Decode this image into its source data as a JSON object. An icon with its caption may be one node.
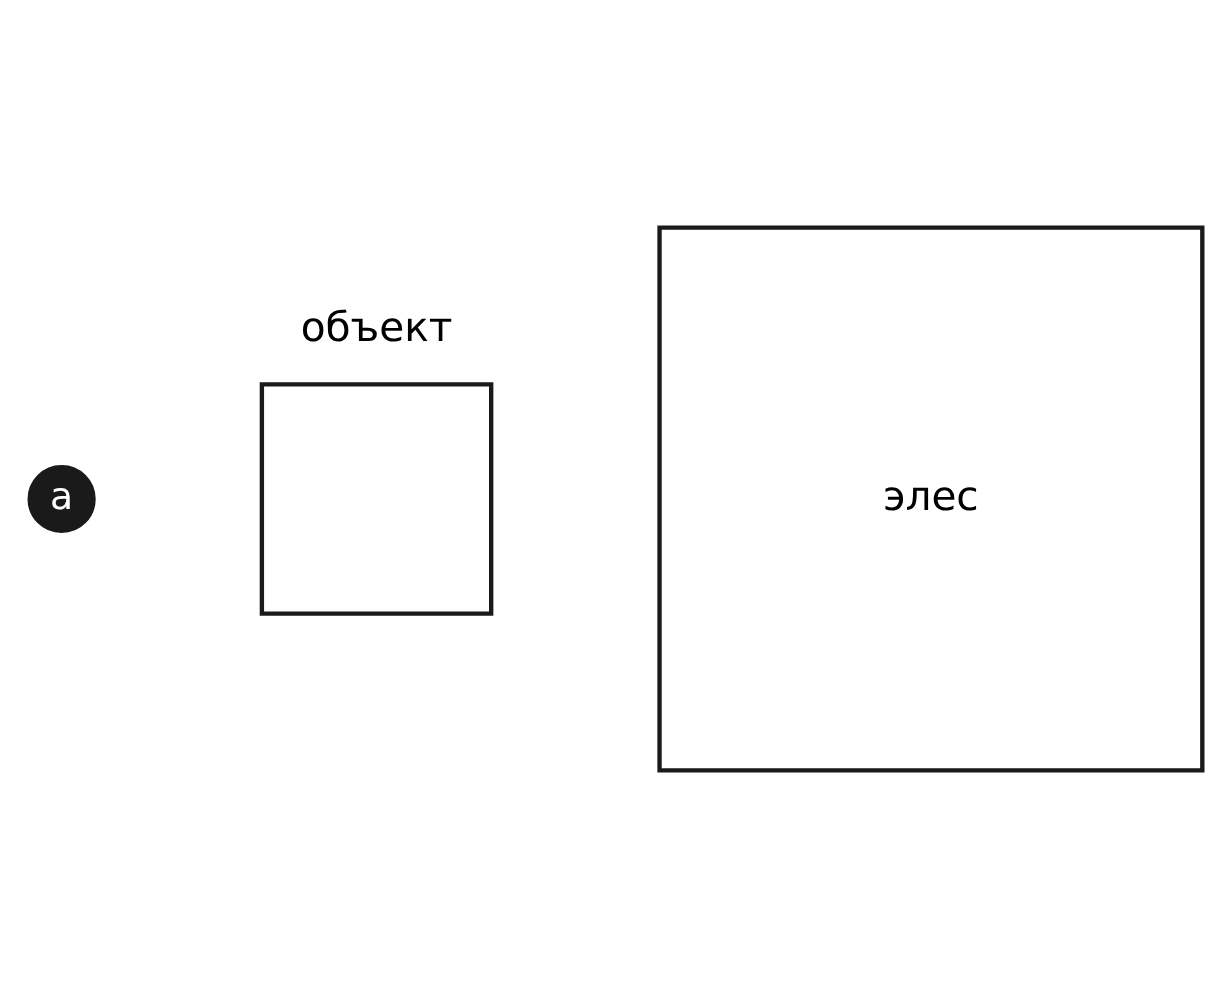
{
  "diagram": {
    "nodes": [
      {
        "text": [
          "a"
        ]
      },
      {
        "text": [],
        "shape": "box",
        "beside": [
          "объект"
        ]
      },
      {
        "text": [
          "элес"
        ]
      }
    ],
    "edges": []
  }
}
